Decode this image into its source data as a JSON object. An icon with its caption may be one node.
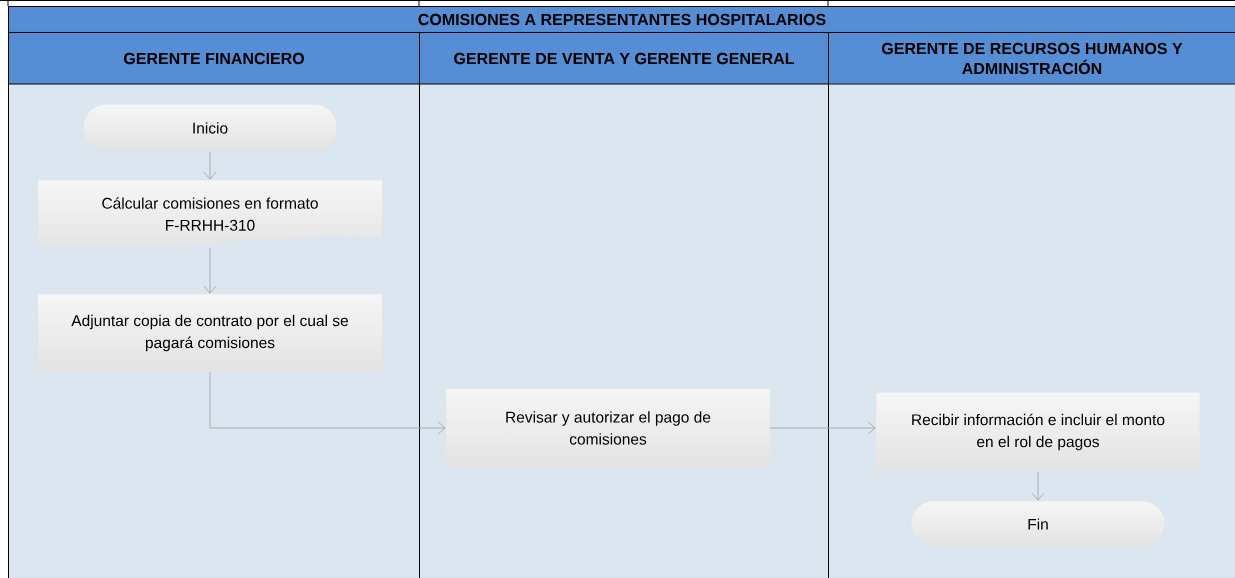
{
  "diagram": {
    "title": "COMISIONES A REPRESENTANTES HOSPITALARIOS",
    "nodes": [
      {
        "text": [
          "GERENTE FINANCIERO"
        ]
      },
      {
        "text": [
          "GERENTE DE VENTA Y GERENTE GENERAL"
        ]
      },
      {
        "text": [
          "GERENTE DE RECURSOS HUMANOS Y ADMINISTRACIÓN"
        ]
      },
      {
        "text": [
          "Inicio"
        ],
        "in": 0
      },
      {
        "text": [
          "Cálcular comisiones en formato F-RRHH-310"
        ],
        "in": 0
      },
      {
        "text": [
          "Adjuntar copia de contrato por el cual se pagará comisiones"
        ],
        "in": 0
      },
      {
        "text": [
          "Revisar y autorizar el pago de comisiones"
        ],
        "in": 1
      },
      {
        "text": [
          "Recibir información e incluir el monto en el rol de pagos"
        ],
        "in": 2
      },
      {
        "text": [
          "Fin"
        ],
        "in": 2
      }
    ],
    "edges": [
      {
        "from": 3,
        "to": 4,
        "arrow": "to"
      },
      {
        "from": 4,
        "to": 5,
        "arrow": "to"
      },
      {
        "from": 5,
        "to": 6,
        "arrow": "to"
      },
      {
        "from": 6,
        "to": 7,
        "arrow": "to"
      },
      {
        "from": 7,
        "to": 8,
        "arrow": "to"
      }
    ]
  }
}
